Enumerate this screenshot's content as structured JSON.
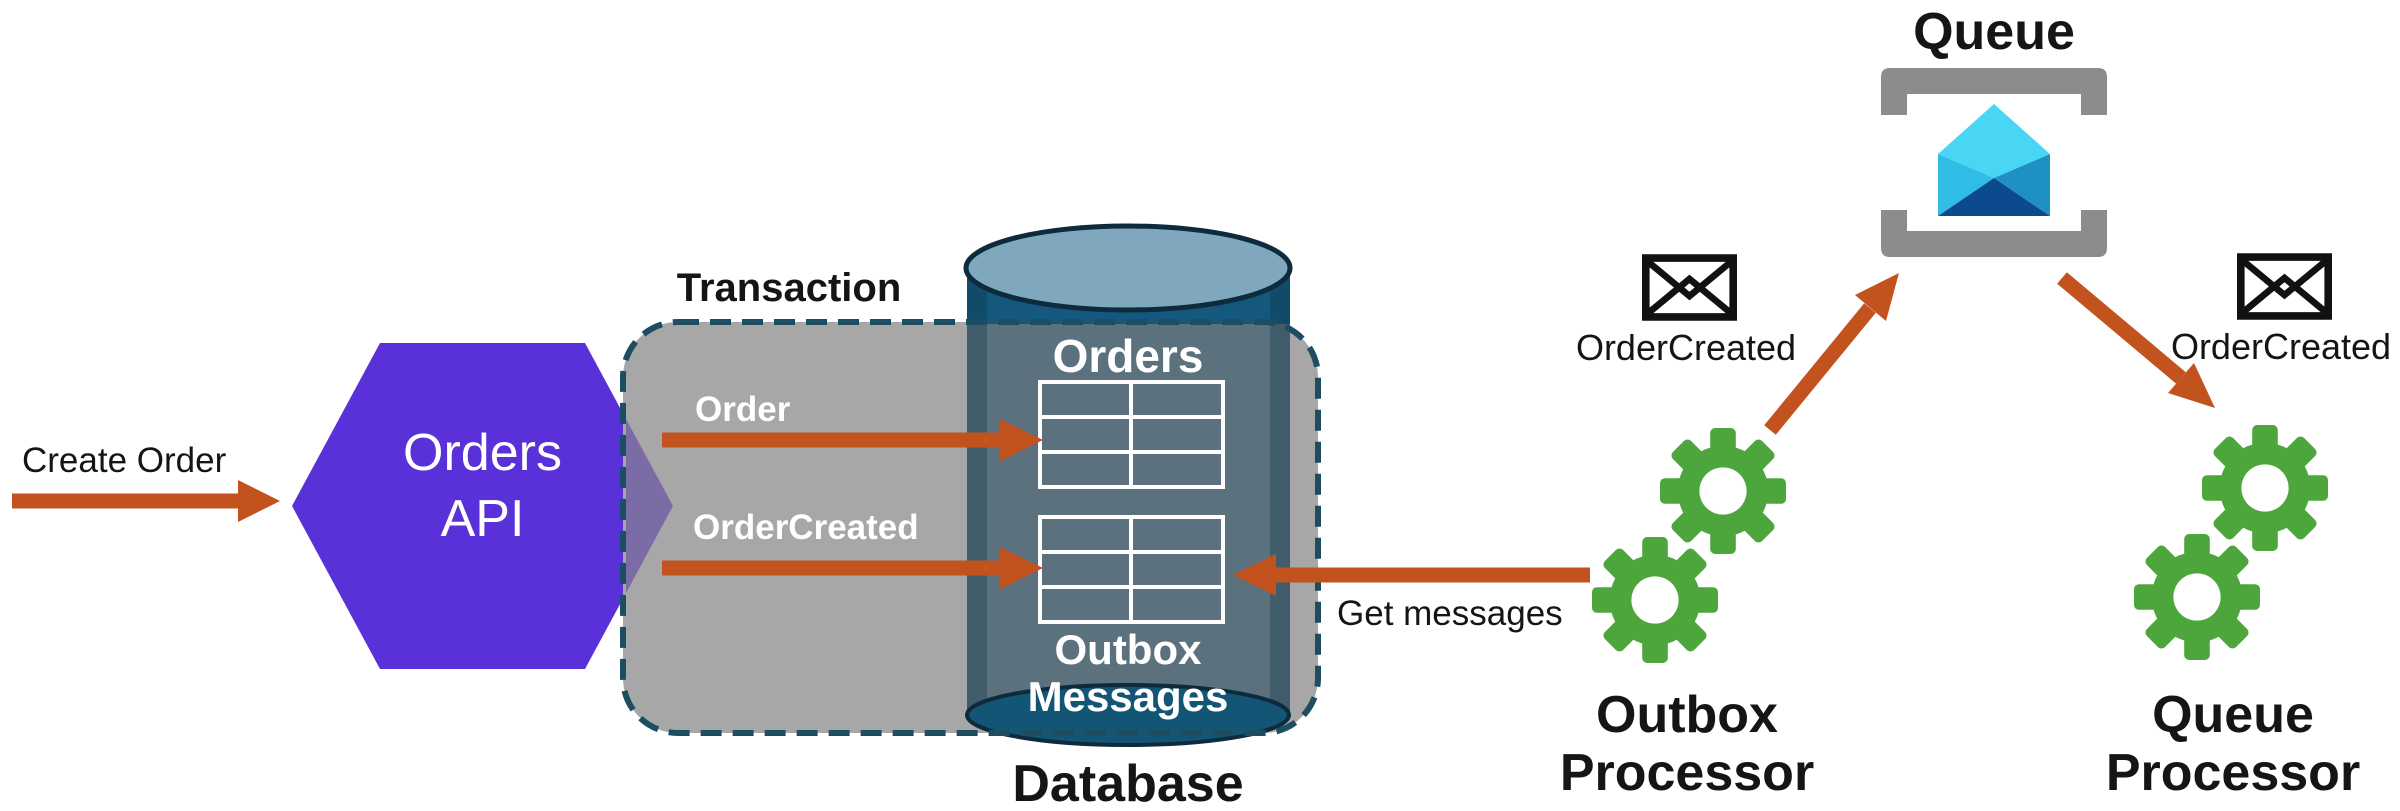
{
  "flow": {
    "create_order_label": "Create Order",
    "order_label": "Order",
    "order_created_label": "OrderCreated",
    "get_messages_label": "Get messages"
  },
  "orders_api": {
    "name_line1": "Orders",
    "name_line2": "API"
  },
  "transaction": {
    "label": "Transaction"
  },
  "database": {
    "label": "Database",
    "orders_table_label": "Orders",
    "outbox_table_line1": "Outbox",
    "outbox_table_line2": "Messages"
  },
  "queue": {
    "label": "Queue"
  },
  "outbox_processor": {
    "message_label": "OrderCreated",
    "name_line1": "Outbox",
    "name_line2": "Processor"
  },
  "queue_processor": {
    "message_label": "OrderCreated",
    "name_line1": "Queue",
    "name_line2": "Processor"
  },
  "icons": {
    "queue_icon": "bracketed open envelope",
    "gear_icon": "gear",
    "envelope_icon": "sealed envelope",
    "database_icon": "cylinder",
    "api_icon": "hexagon"
  },
  "colors": {
    "arrow_orange": "#C2521E",
    "api_hexagon_purple": "#5A31D9",
    "hexagon_overlap_purple": "#7C6CA6",
    "transaction_box_gray": "#A7A7A7",
    "transaction_border_teal": "#1D4D60",
    "cylinder_top_ellipse_blue": "#7FA8BE",
    "cylinder_dark_teal": "#15587D",
    "cylinder_body_slate": "#5C717E",
    "cylinder_outline_navy": "#0D2B3D",
    "gear_green": "#4CA63C",
    "queue_bracket_gray": "#8C8C8C",
    "queue_envelope_top_cyan": "#49D6F5",
    "queue_envelope_left_cyan": "#2FBCE5",
    "queue_envelope_right_blue": "#1F90C3",
    "queue_envelope_bottom_navy": "#0B4B8D",
    "table_line_white": "#FFFFFF",
    "text_black": "#151515"
  }
}
